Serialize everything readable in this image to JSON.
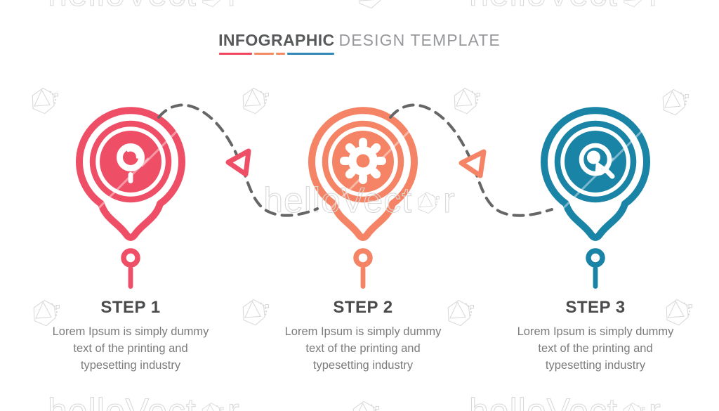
{
  "title": {
    "primary": "INFOGRAPHIC",
    "secondary": "DESIGN TEMPLATE",
    "underline_colors": [
      "#f2455e",
      "#f58a62",
      "#f58a62",
      "#3389b5"
    ]
  },
  "steps": [
    {
      "label": "STEP 1",
      "description": "Lorem Ipsum is simply dummy\ntext of the printing and\ntypesetting industry",
      "color": "#ef4f66",
      "icon": "magnifier-icon"
    },
    {
      "label": "STEP 2",
      "description": "Lorem Ipsum is simply dummy\ntext of the printing and\ntypesetting industry",
      "color": "#f48465",
      "icon": "gear-icon"
    },
    {
      "label": "STEP 3",
      "description": "Lorem Ipsum is simply dummy\ntext of the printing and\ntypesetting industry",
      "color": "#1a84a7",
      "icon": "target-cursor-icon"
    }
  ],
  "connectors": {
    "style": "dashed-s-curve",
    "color": "#666666",
    "arrow_icon": "triangle-arrow-icon",
    "arrow_colors": [
      "#ef4f66",
      "#f48465"
    ]
  },
  "watermark": {
    "text_main": "helloVect",
    "text_tail": "r",
    "logo_icon": "hexagon-logo-icon",
    "color": "#d9d9d9"
  },
  "palette": {
    "pink": "#ef4f66",
    "orange": "#f48465",
    "teal": "#1a84a7",
    "dash": "#666666",
    "titleDark": "#58595b",
    "titleLight": "#96989b",
    "stepLabel": "#4a4b4d",
    "bodyText": "#7b7b7b",
    "wm": "#d9d9d9",
    "uRed": "#f2455e",
    "uOrange": "#f58a62",
    "uBlue": "#3389b5"
  }
}
